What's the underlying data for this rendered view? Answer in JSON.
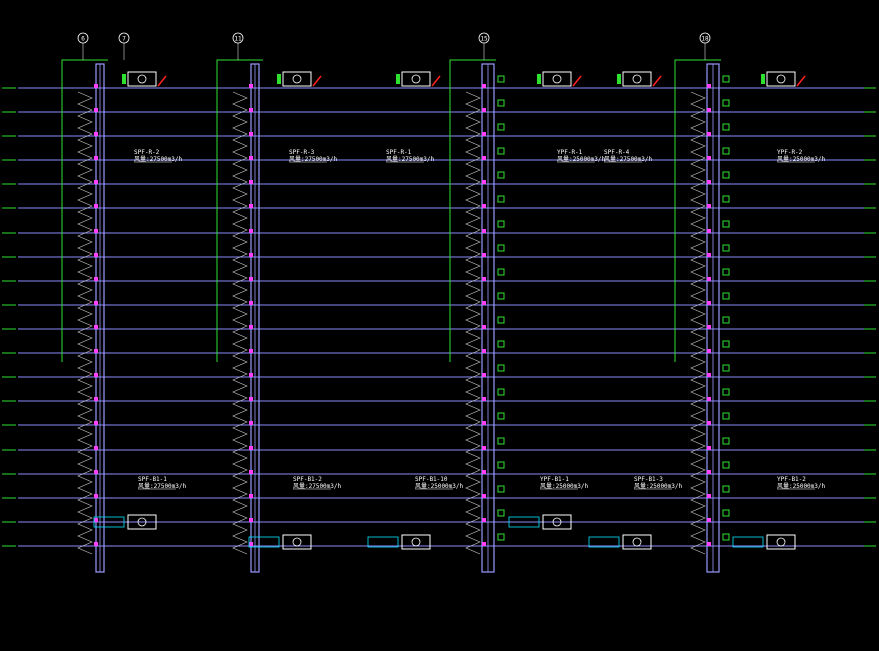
{
  "colors": {
    "floor_line": "#8a8aff",
    "riser": "#9a9aff",
    "duct_green": "#2fe02f",
    "label_white": "#ffffff",
    "cyan": "#00e5ff",
    "red": "#ff2020",
    "magenta": "#ff40ff"
  },
  "axis_markers": [
    {
      "id": "col-1",
      "label": "6"
    },
    {
      "id": "col-2",
      "label": "7"
    },
    {
      "id": "col-3",
      "label": "11"
    },
    {
      "id": "col-4",
      "label": "15"
    },
    {
      "id": "col-5",
      "label": "18"
    }
  ],
  "fan_labels_top": [
    {
      "name": "SPF-R-2",
      "spec": "风量:27500m3/h"
    },
    {
      "name": "SPF-R-3",
      "spec": "风量:27500m3/h"
    },
    {
      "name": "SPF-R-1",
      "spec": "风量:27500m3/h"
    },
    {
      "name": "YPF-R-1",
      "spec": "风量:25000m3/h"
    },
    {
      "name": "SPF-R-4",
      "spec": "风量:27500m3/h"
    },
    {
      "name": "YPF-R-2",
      "spec": "风量:25000m3/h"
    }
  ],
  "fan_labels_bottom": [
    {
      "name": "SPF-B1-1",
      "spec": "风量:27500m3/h"
    },
    {
      "name": "SPF-B1-2",
      "spec": "风量:27500m3/h"
    },
    {
      "name": "SPF-B1-10",
      "spec": "风量:25000m3/h"
    },
    {
      "name": "YPF-B1-1",
      "spec": "风量:25000m3/h"
    },
    {
      "name": "SPF-B1-3",
      "spec": "风量:25000m3/h"
    },
    {
      "name": "YPF-B1-2",
      "spec": "风量:25000m3/h"
    }
  ]
}
